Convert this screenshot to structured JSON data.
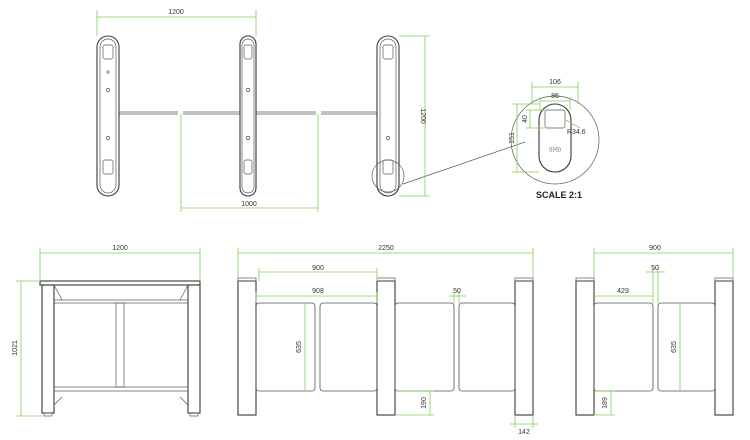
{
  "top_view": {
    "width_total": "1200",
    "depth": "1200",
    "lane_width": "1000"
  },
  "detail": {
    "w_outer": "106",
    "w_inner": "86",
    "h_offset": "40",
    "h_total": "151",
    "radius": "R34.6",
    "reader_label": "(((•)))",
    "scale_label": "SCALE 2:1"
  },
  "end_view": {
    "width": "1200",
    "height": "1021"
  },
  "side_view_large": {
    "total": "2250",
    "span": "900",
    "glass_width": "908",
    "gap": "50",
    "glass_height": "635",
    "bottom_clearance": "190",
    "post_width": "142"
  },
  "side_view_small": {
    "total": "900",
    "gap": "50",
    "glass_width": "429",
    "glass_height": "635",
    "bottom_clearance": "189"
  },
  "colors": {
    "dimension": "#7fcf5a",
    "outline": "#3a3a3a"
  }
}
